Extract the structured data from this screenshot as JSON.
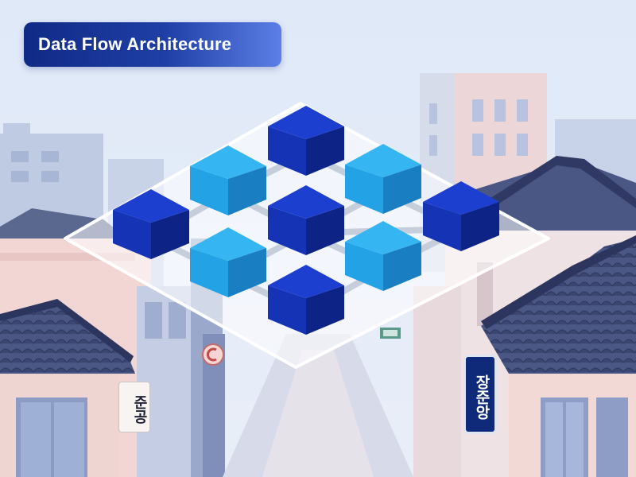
{
  "title": "Data Flow Architecture",
  "signs": {
    "left": "준공",
    "right": "장준앙"
  },
  "icons": {
    "round_sign": "c-shaped-street-sign-icon"
  },
  "colors": {
    "sky": "#dce7f7",
    "title_badge": "#102a86",
    "node_dark": "#1434b5",
    "node_light": "#2aa6ea",
    "connector": "#c6cedc",
    "glass_panel": "#ffffff",
    "roof_tile": "#3e4b7a",
    "wall_pink": "#f5dcd8"
  },
  "diagram": {
    "nodes": [
      {
        "id": "n1",
        "tone": "dark"
      },
      {
        "id": "n2",
        "tone": "light"
      },
      {
        "id": "n3",
        "tone": "light"
      },
      {
        "id": "n4",
        "tone": "dark"
      },
      {
        "id": "n5",
        "tone": "dark"
      },
      {
        "id": "n6",
        "tone": "dark"
      },
      {
        "id": "n7",
        "tone": "light"
      },
      {
        "id": "n8",
        "tone": "light"
      },
      {
        "id": "n9",
        "tone": "dark"
      }
    ]
  }
}
